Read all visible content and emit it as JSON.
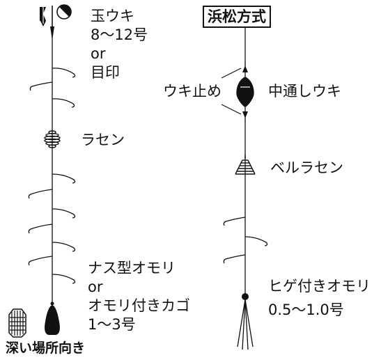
{
  "left_rig": {
    "float_label": "玉ウキ",
    "float_size": "8〜12号",
    "or_1": "or",
    "marker_label": "目印",
    "swivel_label": "ラセン",
    "sinker_label": "ナス型オモリ",
    "or_2": "or",
    "cage_label": "オモリ付きカゴ",
    "sinker_size": "1〜3号",
    "deep_note": "深い場所向き"
  },
  "right_rig": {
    "title": "浜松方式",
    "stopper_label": "ウキ止め",
    "float_label": "中通しウキ",
    "swivel_label": "ベルラセン",
    "sinker_label": "ヒゲ付きオモリ",
    "sinker_size": "0.5〜1.0号"
  },
  "colors": {
    "line": "#111111",
    "fill": "#111111",
    "background": "#ffffff"
  }
}
